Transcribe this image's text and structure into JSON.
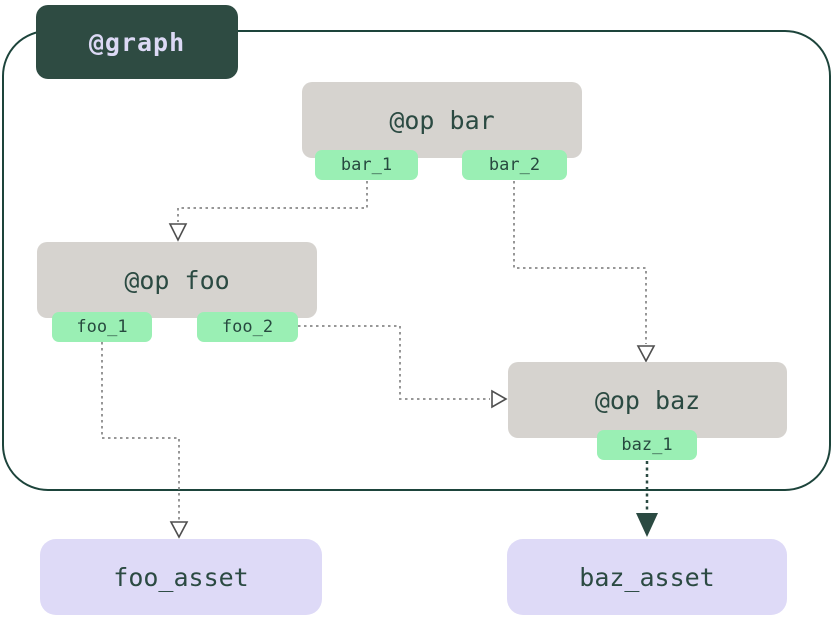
{
  "graph": {
    "label": "@graph"
  },
  "ops": {
    "bar": {
      "title": "@op bar",
      "outputs": [
        "bar_1",
        "bar_2"
      ]
    },
    "foo": {
      "title": "@op foo",
      "outputs": [
        "foo_1",
        "foo_2"
      ]
    },
    "baz": {
      "title": "@op baz",
      "outputs": [
        "baz_1"
      ]
    }
  },
  "assets": {
    "foo_asset": {
      "label": "foo_asset"
    },
    "baz_asset": {
      "label": "baz_asset"
    }
  },
  "edges": [
    {
      "from": "bar.bar_1",
      "to": "op-foo",
      "line": "dotted-gray",
      "arrow": "hollow"
    },
    {
      "from": "bar.bar_2",
      "to": "op-baz",
      "line": "dotted-gray",
      "arrow": "hollow"
    },
    {
      "from": "foo.foo_2",
      "to": "op-baz",
      "line": "dotted-gray",
      "arrow": "hollow"
    },
    {
      "from": "foo.foo_1",
      "to": "foo_asset",
      "line": "dotted-gray",
      "arrow": "hollow"
    },
    {
      "from": "baz.baz_1",
      "to": "baz_asset",
      "line": "dotted-dark",
      "arrow": "filled"
    }
  ],
  "colors": {
    "graph_badge_bg": "#2e4b42",
    "graph_badge_text": "#dcd9f5",
    "graph_border": "#1d443b",
    "op_bg": "#d6d3cf",
    "op_text": "#2b4a42",
    "output_tab_bg": "#9aefb4",
    "output_tab_text": "#27493f",
    "asset_bg": "#dedaf7",
    "asset_text": "#2b4a42",
    "edge_gray": "#979797",
    "edge_dark": "#2b4a42"
  }
}
